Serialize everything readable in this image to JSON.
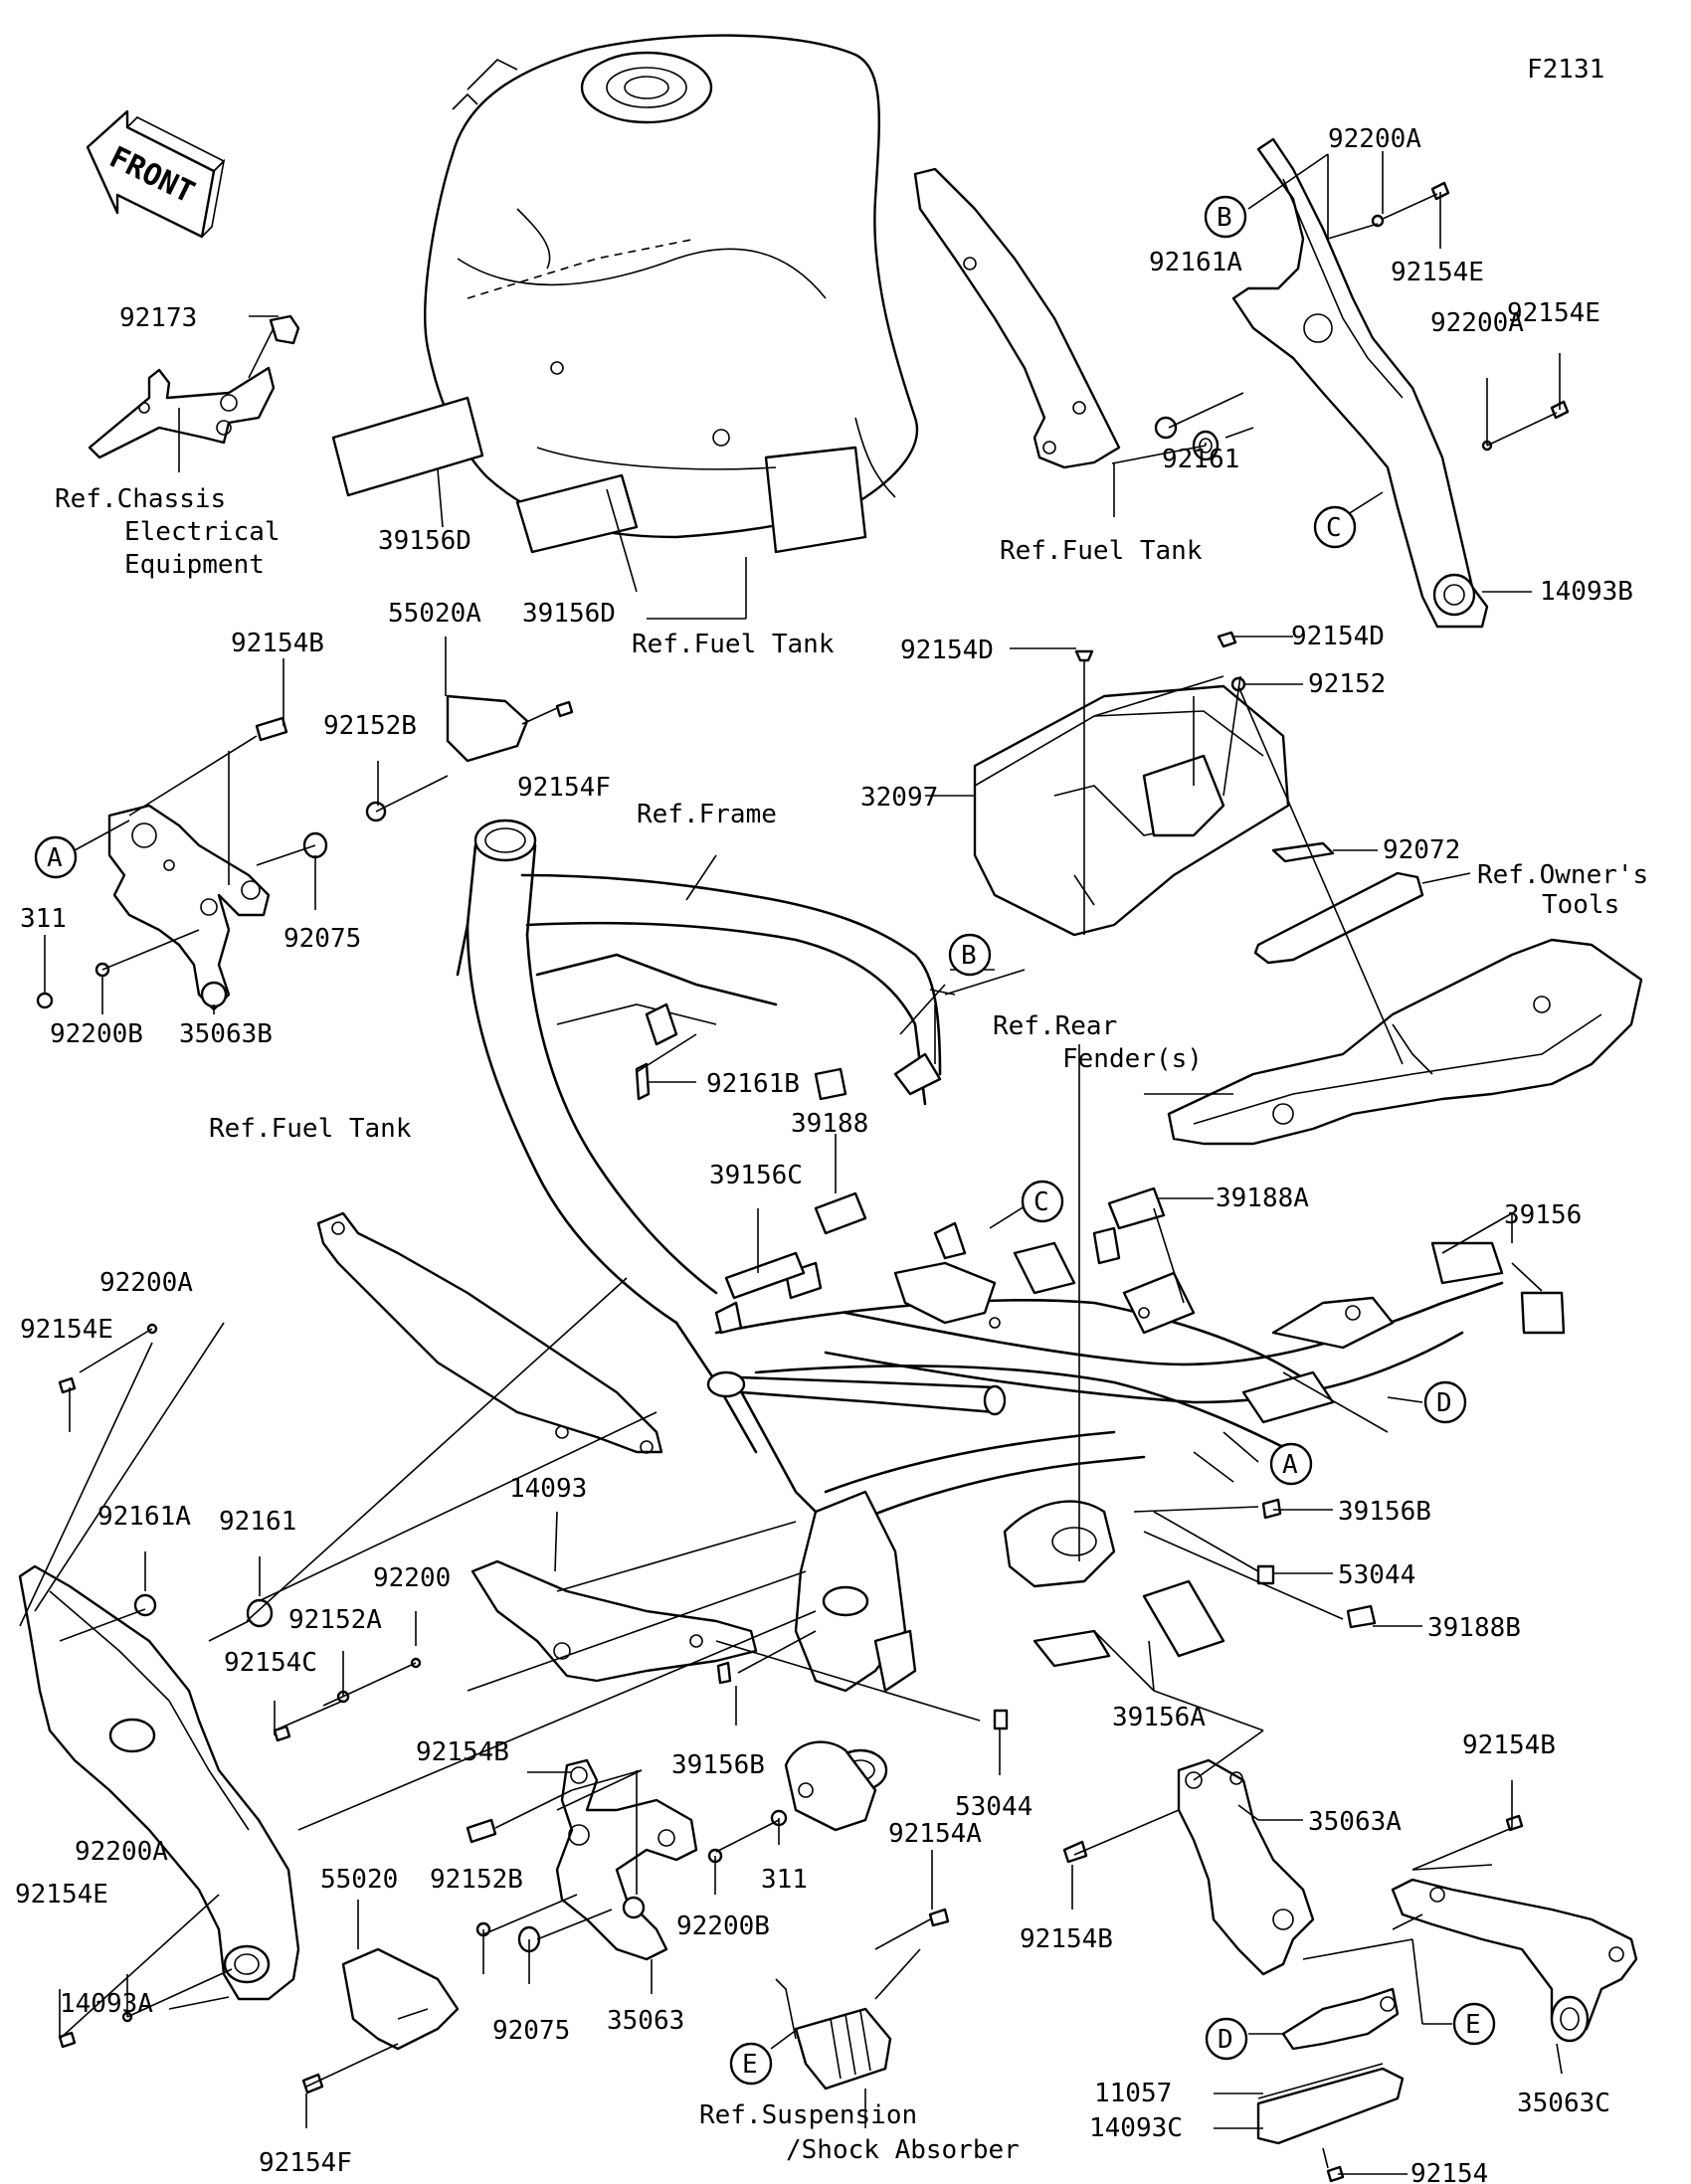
{
  "figure_id": "F2131",
  "front_label": "FRONT",
  "callouts": [
    {
      "key": "B1",
      "letter": "B"
    },
    {
      "key": "C1",
      "letter": "C"
    },
    {
      "key": "A1",
      "letter": "A"
    },
    {
      "key": "B2",
      "letter": "B"
    },
    {
      "key": "C2",
      "letter": "C"
    },
    {
      "key": "D1",
      "letter": "D"
    },
    {
      "key": "A2",
      "letter": "A"
    },
    {
      "key": "E1",
      "letter": "E"
    },
    {
      "key": "D2",
      "letter": "D"
    },
    {
      "key": "E2",
      "letter": "E"
    }
  ],
  "labels": [
    {
      "key": "p92200A_1",
      "text": "92200A"
    },
    {
      "key": "p92154E_1",
      "text": "92154E"
    },
    {
      "key": "p92161A_1",
      "text": "92161A"
    },
    {
      "key": "p92154E_2",
      "text": "92154E"
    },
    {
      "key": "p92200A_2",
      "text": "92200A"
    },
    {
      "key": "p92161_1",
      "text": "92161"
    },
    {
      "key": "refFuel_1",
      "text": "Ref.Fuel Tank"
    },
    {
      "key": "p14093B",
      "text": "14093B"
    },
    {
      "key": "p92173",
      "text": "92173"
    },
    {
      "key": "refChassis_1",
      "text": "Ref.Chassis"
    },
    {
      "key": "refChassis_2",
      "text": "Electrical"
    },
    {
      "key": "refChassis_3",
      "text": "Equipment"
    },
    {
      "key": "p39156D_1",
      "text": "39156D"
    },
    {
      "key": "p39156D_2",
      "text": "39156D"
    },
    {
      "key": "refFuel_2",
      "text": "Ref.Fuel Tank"
    },
    {
      "key": "p92154D_1",
      "text": "92154D"
    },
    {
      "key": "p92154D_2",
      "text": "92154D"
    },
    {
      "key": "p92152",
      "text": "92152"
    },
    {
      "key": "p92154B_1",
      "text": "92154B"
    },
    {
      "key": "p55020A",
      "text": "55020A"
    },
    {
      "key": "p92152B_1",
      "text": "92152B"
    },
    {
      "key": "p92154F_1",
      "text": "92154F"
    },
    {
      "key": "refFrame",
      "text": "Ref.Frame"
    },
    {
      "key": "p32097",
      "text": "32097"
    },
    {
      "key": "p92072",
      "text": "92072"
    },
    {
      "key": "refTools_1",
      "text": "Ref.Owner's"
    },
    {
      "key": "refTools_2",
      "text": "Tools"
    },
    {
      "key": "p311_1",
      "text": "311"
    },
    {
      "key": "p92075_1",
      "text": "92075"
    },
    {
      "key": "p92200B_1",
      "text": "92200B"
    },
    {
      "key": "p35063B",
      "text": "35063B"
    },
    {
      "key": "refRear_1",
      "text": "Ref.Rear"
    },
    {
      "key": "refRear_2",
      "text": "Fender(s)"
    },
    {
      "key": "p92161B",
      "text": "92161B"
    },
    {
      "key": "refFuel_3",
      "text": "Ref.Fuel Tank"
    },
    {
      "key": "p39188",
      "text": "39188"
    },
    {
      "key": "p39156C",
      "text": "39156C"
    },
    {
      "key": "p39188A",
      "text": "39188A"
    },
    {
      "key": "p39156",
      "text": "39156"
    },
    {
      "key": "p92200A_3",
      "text": "92200A"
    },
    {
      "key": "p92154E_3",
      "text": "92154E"
    },
    {
      "key": "p39156B_1",
      "text": "39156B"
    },
    {
      "key": "p53044_1",
      "text": "53044"
    },
    {
      "key": "p39188B",
      "text": "39188B"
    },
    {
      "key": "p92161A_2",
      "text": "92161A"
    },
    {
      "key": "p92161_2",
      "text": "92161"
    },
    {
      "key": "p14093",
      "text": "14093"
    },
    {
      "key": "p92200",
      "text": "92200"
    },
    {
      "key": "p92152A",
      "text": "92152A"
    },
    {
      "key": "p92154C",
      "text": "92154C"
    },
    {
      "key": "p39156A",
      "text": "39156A"
    },
    {
      "key": "p92154B_2",
      "text": "92154B"
    },
    {
      "key": "p39156B_2",
      "text": "39156B"
    },
    {
      "key": "p53044_2",
      "text": "53044"
    },
    {
      "key": "p92154B_3",
      "text": "92154B"
    },
    {
      "key": "p35063A",
      "text": "35063A"
    },
    {
      "key": "p92200A_4",
      "text": "92200A"
    },
    {
      "key": "p92154E_4",
      "text": "92154E"
    },
    {
      "key": "p55020",
      "text": "55020"
    },
    {
      "key": "p92152B_2",
      "text": "92152B"
    },
    {
      "key": "p92200B_2",
      "text": "92200B"
    },
    {
      "key": "p311_2",
      "text": "311"
    },
    {
      "key": "p92154A",
      "text": "92154A"
    },
    {
      "key": "p92154B_4",
      "text": "92154B"
    },
    {
      "key": "p14093A",
      "text": "14093A"
    },
    {
      "key": "p92075_2",
      "text": "92075"
    },
    {
      "key": "p35063",
      "text": "35063"
    },
    {
      "key": "p11057",
      "text": "11057"
    },
    {
      "key": "p14093C",
      "text": "14093C"
    },
    {
      "key": "p35063C",
      "text": "35063C"
    },
    {
      "key": "p92154F_2",
      "text": "92154F"
    },
    {
      "key": "refSusp_1",
      "text": "Ref.Suspension"
    },
    {
      "key": "refSusp_2",
      "text": "/Shock Absorber"
    },
    {
      "key": "p92154",
      "text": "92154"
    }
  ]
}
